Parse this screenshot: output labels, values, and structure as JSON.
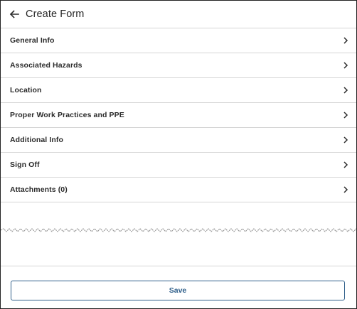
{
  "header": {
    "title": "Create Form",
    "back_icon": "arrow-left-icon"
  },
  "menu": {
    "items": [
      {
        "label": "General Info",
        "icon": "chevron-right-icon"
      },
      {
        "label": "Associated Hazards",
        "icon": "chevron-right-icon"
      },
      {
        "label": "Location",
        "icon": "chevron-right-icon"
      },
      {
        "label": "Proper Work Practices and PPE",
        "icon": "chevron-right-icon"
      },
      {
        "label": "Additional Info",
        "icon": "chevron-right-icon"
      },
      {
        "label": "Sign Off",
        "icon": "chevron-right-icon"
      },
      {
        "label": "Attachments (0)",
        "icon": "chevron-right-icon"
      }
    ]
  },
  "footer": {
    "save_label": "Save"
  },
  "colors": {
    "accent": "#2f5f8a",
    "divider": "#d6d6d6",
    "text": "#2b2b2b"
  }
}
